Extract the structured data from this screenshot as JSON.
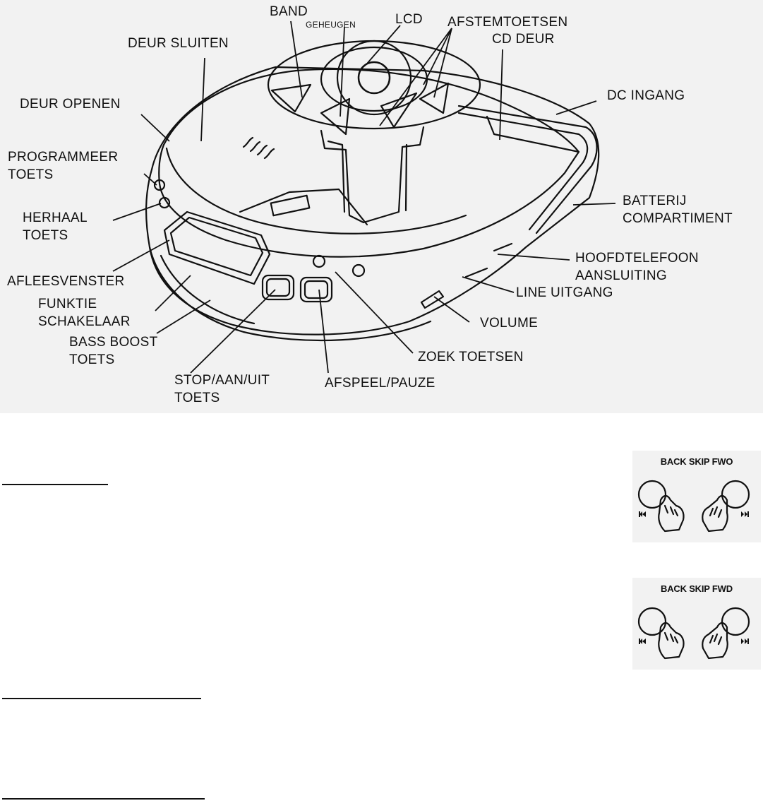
{
  "diagram": {
    "labels": {
      "band": "BAND",
      "geheugen": "GEHEUGEN",
      "lcd": "LCD",
      "afstemtoetsen": "AFSTEMTOETSEN",
      "cd_deur": "CD DEUR",
      "deur_sluiten": "DEUR SLUITEN",
      "dc_ingang": "DC INGANG",
      "deur_openen": "DEUR OPENEN",
      "programmeer_1": "PROGRAMMEER",
      "programmeer_2": "TOETS",
      "batterij_1": "BATTERIJ",
      "batterij_2": "COMPARTIMENT",
      "herhaal_1": "HERHAAL",
      "herhaal_2": "TOETS",
      "hoofdtelefoon_1": "HOOFDTELEFOON",
      "hoofdtelefoon_2": "AANSLUITING",
      "afleesvenster": "AFLEESVENSTER",
      "line_uitgang": "LINE UITGANG",
      "funktie_1": "FUNKTIE",
      "funktie_2": "SCHAKELAAR",
      "volume": "VOLUME",
      "bass_boost_1": "BASS BOOST",
      "bass_boost_2": "TOETS",
      "zoek_toetsen": "ZOEK TOETSEN",
      "stop_1": "STOP/AAN/UIT",
      "stop_2": "TOETS",
      "afspeel_pauze": "AFSPEEL/PAUZE"
    }
  },
  "illustrations": [
    {
      "caption": "BACK SKIP FWO"
    },
    {
      "caption": "BACK SKIP FWD"
    }
  ]
}
